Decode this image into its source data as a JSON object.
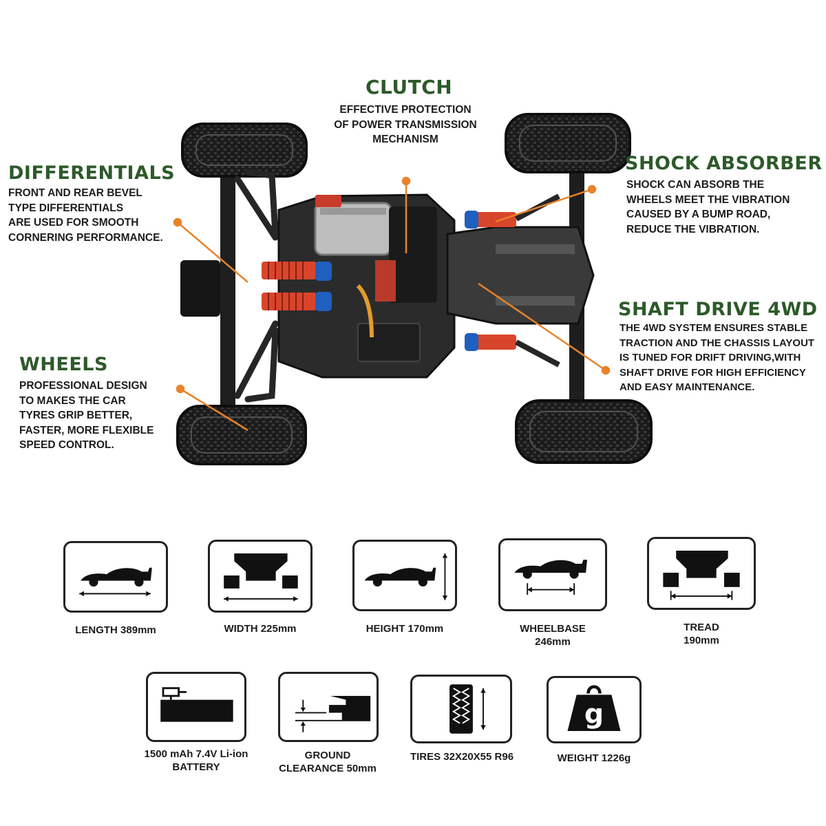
{
  "features": {
    "clutch": {
      "title": "CLUTCH",
      "lines": [
        "EFFECTIVE PROTECTION",
        "OF POWER TRANSMISSION",
        "MECHANISM"
      ]
    },
    "differentials": {
      "title": "DIFFERENTIALS",
      "lines": [
        "FRONT AND REAR BEVEL",
        "TYPE DIFFERENTIALS",
        "ARE USED FOR SMOOTH",
        "CORNERING PERFORMANCE."
      ]
    },
    "shock_absorber": {
      "title": "SHOCK ABSORBER",
      "lines": [
        "SHOCK CAN ABSORB THE",
        "WHEELS MEET THE VIBRATION",
        "CAUSED BY A BUMP ROAD,",
        "REDUCE THE VIBRATION."
      ]
    },
    "shaft_drive": {
      "title": "SHAFT DRIVE 4WD",
      "lines": [
        "THE 4WD SYSTEM ENSURES STABLE",
        "TRACTION AND THE CHASSIS LAYOUT",
        "IS TUNED FOR DRIFT DRIVING,WITH",
        "SHAFT DRIVE FOR HIGH EFFICIENCY",
        "AND EASY MAINTENANCE."
      ]
    },
    "wheels": {
      "title": "WHEELS",
      "lines": [
        "PROFESSIONAL DESIGN",
        "TO MAKES THE CAR",
        "TYRES GRIP BETTER,",
        "FASTER, MORE FLEXIBLE",
        "SPEED CONTROL."
      ]
    }
  },
  "specs": [
    {
      "icon": "length-icon",
      "lines": [
        "LENGTH 389mm"
      ]
    },
    {
      "icon": "width-icon",
      "lines": [
        "WIDTH 225mm"
      ]
    },
    {
      "icon": "height-icon",
      "lines": [
        "HEIGHT 170mm"
      ]
    },
    {
      "icon": "wheelbase-icon",
      "lines": [
        "WHEELBASE",
        "246mm"
      ]
    },
    {
      "icon": "tread-icon",
      "lines": [
        "TREAD",
        "190mm"
      ]
    },
    {
      "icon": "battery-icon",
      "lines": [
        "1500 mAh 7.4V Li-ion",
        "BATTERY"
      ]
    },
    {
      "icon": "ground-clearance-icon",
      "lines": [
        "GROUND",
        "CLEARANCE  50mm"
      ]
    },
    {
      "icon": "tire-icon",
      "lines": [
        "TIRES 32X20X55 R96"
      ]
    },
    {
      "icon": "weight-icon",
      "lines": [
        "WEIGHT 1226g"
      ],
      "icon_letter": "g"
    }
  ],
  "colors": {
    "title_green": "#2d5a2a",
    "leader_orange": "#e8832a",
    "shock_spring": "#d9452b",
    "shock_cap": "#1f5fbf",
    "chassis": "#2b2b2b"
  }
}
